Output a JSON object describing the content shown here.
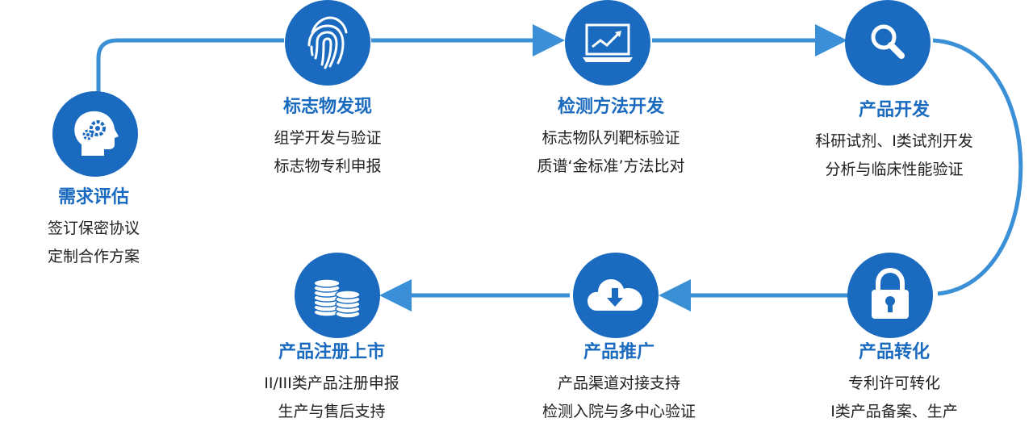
{
  "colors": {
    "primary": "#1a6bbf",
    "line": "#3a8fd6",
    "text": "#222222"
  },
  "steps": [
    {
      "id": "demand",
      "icon": "head-gears-icon",
      "title": "需求评估",
      "lines": [
        "签订保密协议",
        "定制合作方案"
      ]
    },
    {
      "id": "biomarker",
      "icon": "fingerprint-icon",
      "title": "标志物发现",
      "lines": [
        "组学开发与验证",
        "标志物专利申报"
      ]
    },
    {
      "id": "method",
      "icon": "monitor-chart-icon",
      "title": "检测方法开发",
      "lines": [
        "标志物队列靶标验证",
        "质谱‘金标准’方法比对"
      ]
    },
    {
      "id": "product-dev",
      "icon": "magnifier-icon",
      "title": "产品开发",
      "lines": [
        "科研试剂、I类试剂开发",
        "分析与临床性能验证"
      ]
    },
    {
      "id": "transfer",
      "icon": "padlock-icon",
      "title": "产品转化",
      "lines": [
        "专利许可转化",
        "I类产品备案、生产"
      ]
    },
    {
      "id": "promotion",
      "icon": "cloud-download-icon",
      "title": "产品推广",
      "lines": [
        "产品渠道对接支持",
        "检测入院与多中心验证"
      ]
    },
    {
      "id": "registration",
      "icon": "coin-stacks-icon",
      "title": "产品注册上市",
      "lines": [
        "II/III类产品注册申报",
        "生产与售后支持"
      ]
    }
  ]
}
